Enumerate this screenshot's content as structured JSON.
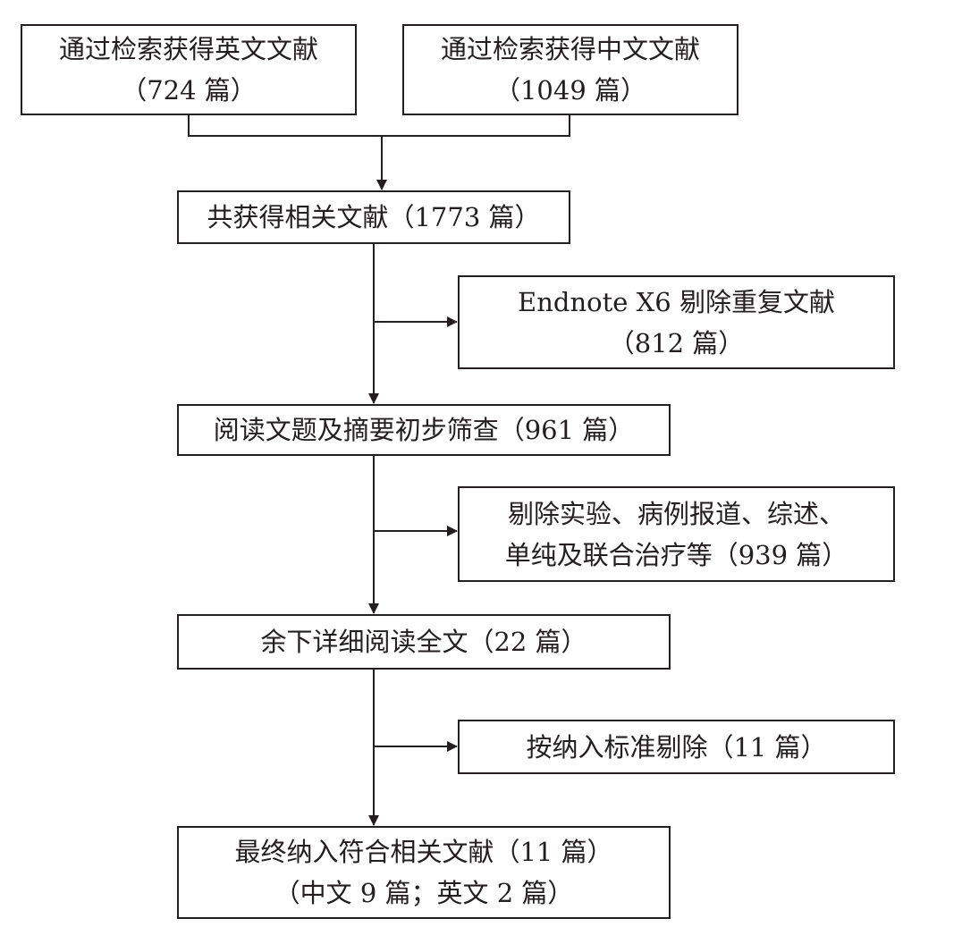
{
  "nodes": {
    "english_search": {
      "line1": "通过检索获得英文文献",
      "line2": "（724 篇）"
    },
    "chinese_search": {
      "line1": "通过检索获得中文文献",
      "line2": "（1049 篇）"
    },
    "total": {
      "line1": "共获得相关文献（1773 篇）"
    },
    "duplicates_removed": {
      "line1": "Endnote X6 剔除重复文献",
      "line2": "（812 篇）"
    },
    "screening": {
      "line1": "阅读文题及摘要初步筛查（961 篇）"
    },
    "excluded_types": {
      "line1": "剔除实验、病例报道、综述、",
      "line2": "单纯及联合治疗等（939 篇）"
    },
    "full_text": {
      "line1": "余下详细阅读全文（22 篇）"
    },
    "criteria_removed": {
      "line1": "按纳入标准剔除（11 篇）"
    },
    "final": {
      "line1": "最终纳入符合相关文献（11 篇）",
      "line2": "（中文 9 篇；英文 2 篇）"
    }
  }
}
